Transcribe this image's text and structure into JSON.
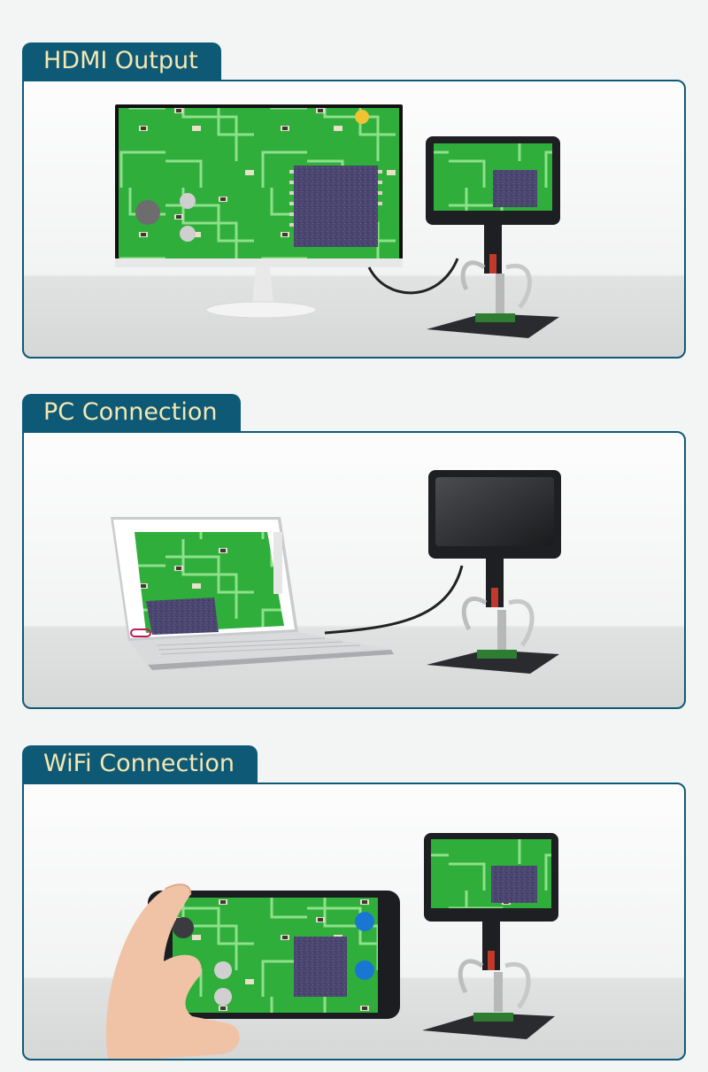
{
  "sections": [
    {
      "title": "HDMI Output"
    },
    {
      "title": "PC Connection"
    },
    {
      "title": "WiFi Connection"
    }
  ],
  "colors": {
    "tab_background": "#0e5a76",
    "tab_text": "#f6e7b2",
    "pcb_green": "#2fae3c",
    "chip_purple": "#4a4670",
    "device_black": "#1e1f22"
  }
}
